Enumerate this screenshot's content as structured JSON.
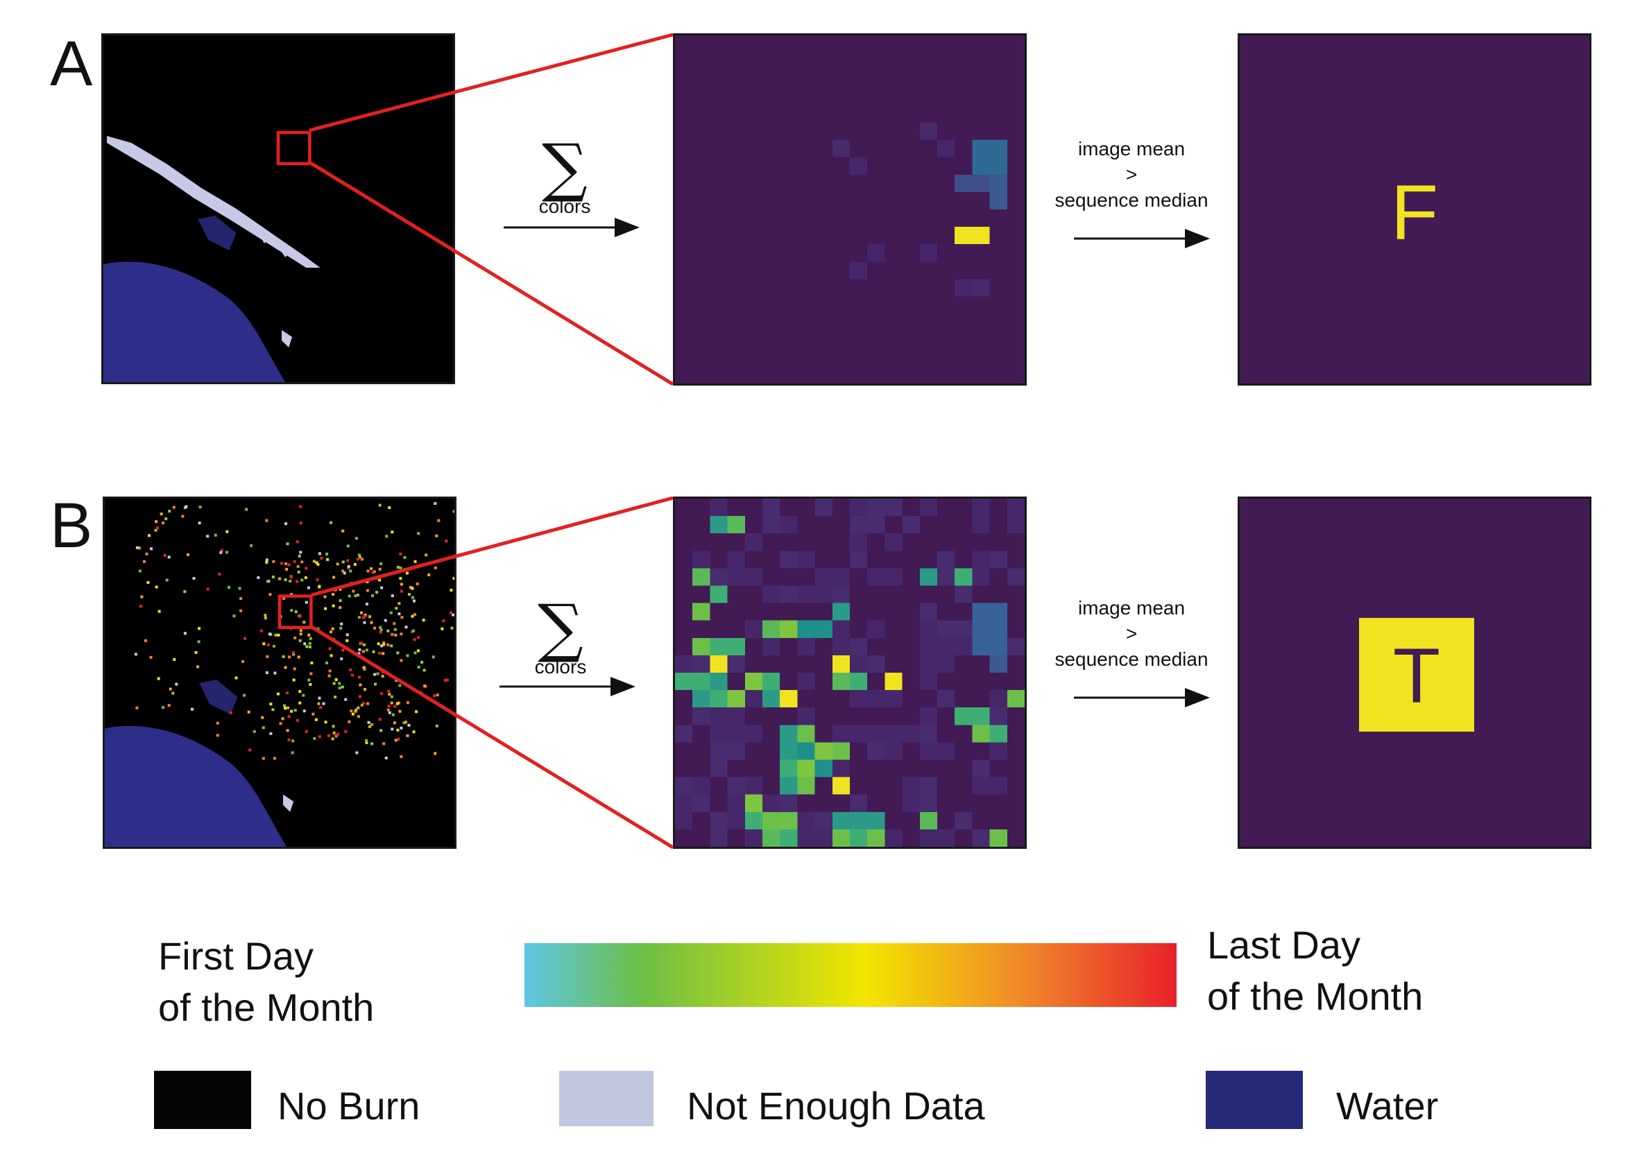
{
  "rows": [
    {
      "letter": "A",
      "sum_caption": "colors",
      "compare_line1": "image mean",
      "compare_line2": ">",
      "compare_line3": "sequence median",
      "result_letter": "F",
      "result_is_true": false
    },
    {
      "letter": "B",
      "sum_caption": "colors",
      "compare_line1": "image mean",
      "compare_line2": ">",
      "compare_line3": "sequence median",
      "result_letter": "T",
      "result_is_true": true
    }
  ],
  "legend": {
    "gradient_left_line1": "First Day",
    "gradient_left_line2": "of the Month",
    "gradient_right_line1": "Last Day",
    "gradient_right_line2": "of the Month",
    "gradient_colors": [
      "#5ec6e6",
      "#6cbf45",
      "#f2e600",
      "#f0822a",
      "#e8202a"
    ],
    "items": [
      {
        "label": "No Burn",
        "color": "#050505"
      },
      {
        "label": "Not Enough Data",
        "color": "#c3c6df"
      },
      {
        "label": "Water",
        "color": "#27297a"
      }
    ]
  },
  "colors": {
    "highlight": "#e32020",
    "viridis_dark": "#421a54",
    "viridis_yellow": "#f1e31f",
    "map_background": "#000000",
    "water": "#2d2e8a",
    "no_data": "#c7c9e6"
  },
  "icons": {
    "sum": "sigma-summation-icon",
    "arrow": "right-arrow-icon"
  }
}
